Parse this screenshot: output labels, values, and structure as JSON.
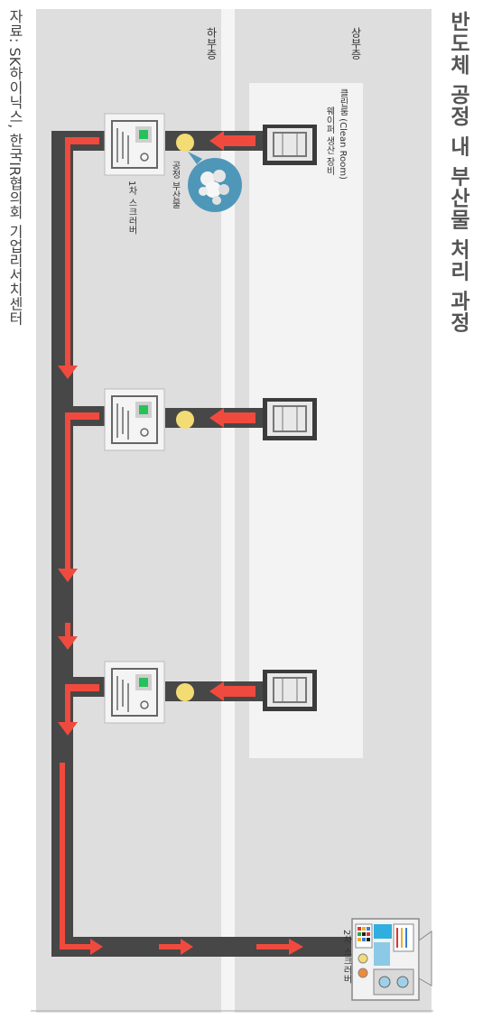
{
  "title": "반도체 공정 내 부산물 처리 과정",
  "source": "자료: SK하이닉스, 한국IR협의회 기업리서치센터",
  "zones": {
    "upper": "상부층",
    "lower": "하부층"
  },
  "labels": {
    "cleanroom_line1": "클린룸 (Clean Room)",
    "cleanroom_line2": "웨이퍼 생산 장비",
    "byproduct": "공정 부산물",
    "scrubber1": "1차 스크러버",
    "scrubber2": "2차 스크러버"
  },
  "colors": {
    "arrow": "#f04a3e",
    "pipe": "#474747",
    "dot": "#f3dc73",
    "bubble": "#4f97b8",
    "green": "#27c15a"
  }
}
